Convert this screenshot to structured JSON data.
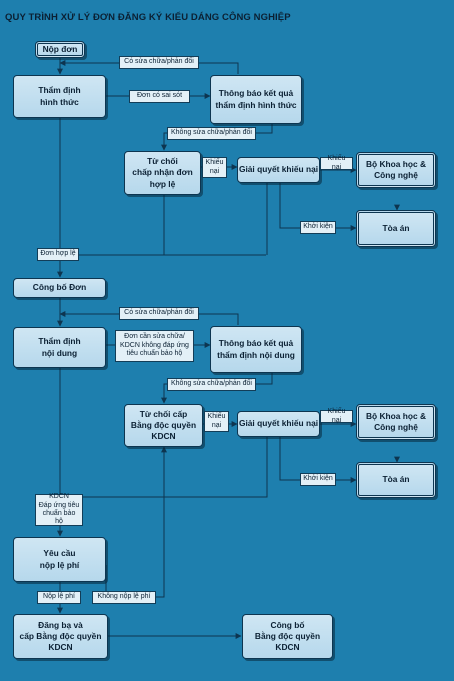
{
  "title": "QUY TRÌNH XỬ LÝ ĐƠN ĐĂNG KÝ KIỂU DÁNG CÔNG NGHIỆP",
  "nodes": {
    "nop_don": "Nộp đơn",
    "tham_dinh_hinh_thuc": "Thẩm định\nhình thức",
    "tb_kq_hinh_thuc": "Thông báo kết quả\nthẩm định hình thức",
    "tu_choi_chap_nhan": "Từ chối\nchấp nhận đơn\nhợp lệ",
    "giai_quyet_1": "Giải quyết khiếu nại",
    "bo_khcn_1": "Bộ Khoa học &\nCông nghệ",
    "toa_an_1": "Tòa án",
    "cong_bo_don": "Công bố Đơn",
    "tham_dinh_noi_dung": "Thẩm định\nnội dung",
    "tb_kq_noi_dung": "Thông báo kết quả\nthẩm định nội dung",
    "tu_choi_cap_bang": "Từ chối cấp\nBằng độc quyền\nKDCN",
    "giai_quyet_2": "Giải quyết khiếu nại",
    "bo_khcn_2": "Bộ Khoa học &\nCông nghệ",
    "toa_an_2": "Tòa án",
    "yeu_cau_le_phi": "Yêu cầu\nnộp lệ phí",
    "dang_ba": "Đăng bạ và\ncấp Bằng độc quyền\nKDCN",
    "cong_bo_bang": "Công bố\nBằng độc quyền\nKDCN"
  },
  "labels": {
    "co_sua_1": "Có sửa chữa/phản đối",
    "don_co_sai_sot": "Đơn có sai sót",
    "khong_sua_1": "Không sửa chữa/phản đối",
    "khieu_nai_1a": "Khiếu\nnại",
    "khieu_nai_1b": "Khiếu nại",
    "khoi_kien_1": "Khởi kiện",
    "don_hop_le": "Đơn hợp lệ",
    "co_sua_2": "Có sửa chữa/phản đối",
    "don_can_sua": "Đơn cần sửa chữa/\nKDCN không đáp ứng\ntiêu chuẩn bảo hộ",
    "khong_sua_2": "Không sửa chữa/phản đối",
    "khieu_nai_2a": "Khiếu\nnại",
    "khieu_nai_2b": "Khiếu nại",
    "khoi_kien_2": "Khởi kiện",
    "kdcn_dap_ung": "KDCN\nĐáp ứng tiêu\nchuẩn bảo hộ",
    "nop_le_phi": "Nộp lệ phí",
    "khong_nop_le_phi": "Không nộp lệ phí"
  },
  "colors": {
    "background": "#1e7fae",
    "box_fill": "#c3dfef",
    "line": "#0d3550"
  }
}
